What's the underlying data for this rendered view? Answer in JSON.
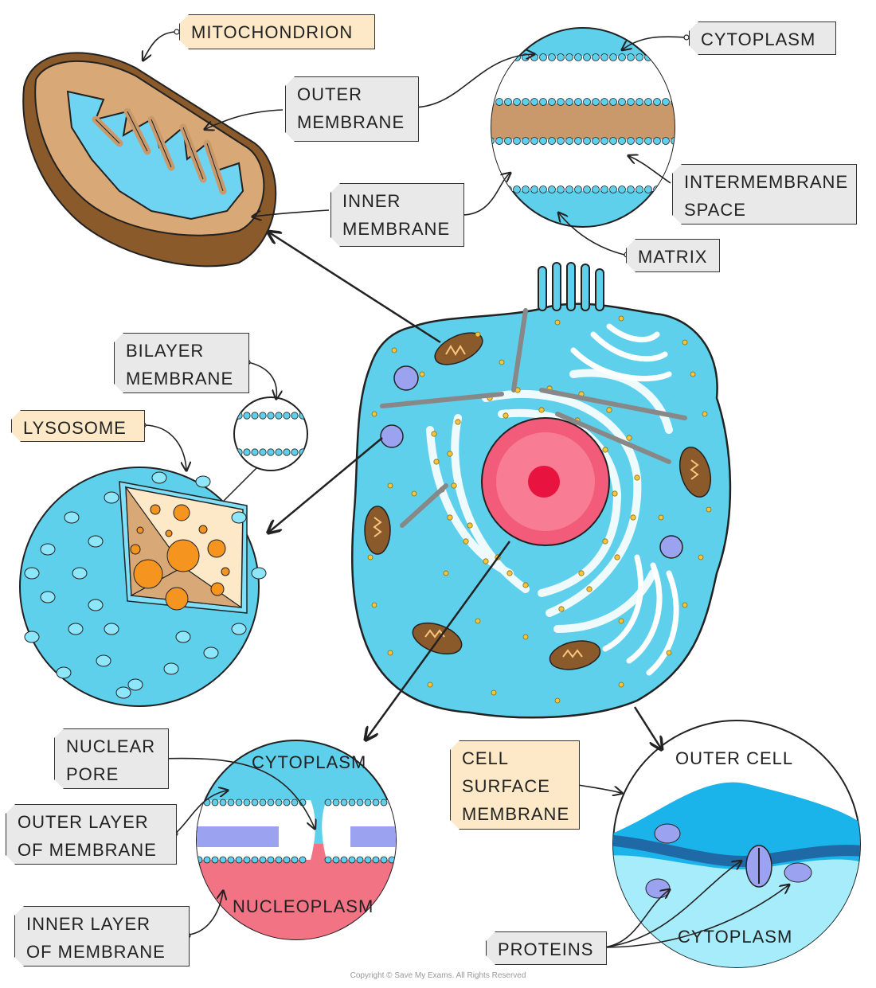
{
  "labels": {
    "mitochondrion": "MITOCHONDRION",
    "mito_cytoplasm": "CYTOPLASM",
    "outer_membrane": [
      "OUTER",
      "MEMBRANE"
    ],
    "inner_membrane": [
      "INNER",
      "MEMBRANE"
    ],
    "intermembrane_space": [
      "INTERMEMBRANE",
      "SPACE"
    ],
    "matrix": "MATRIX",
    "bilayer_membrane": [
      "BILAYER",
      "MEMBRANE"
    ],
    "lysosome": "LYSOSOME",
    "nuclear_pore": [
      "NUCLEAR",
      "PORE"
    ],
    "outer_layer": [
      "OUTER  LAYER",
      "OF  MEMBRANE"
    ],
    "inner_layer": [
      "INNER  LAYER",
      "OF  MEMBRANE"
    ],
    "nucleus_cytoplasm": "CYTOPLASM",
    "nucleoplasm": "NUCLEOPLASM",
    "cell_surface_membrane": [
      "CELL",
      "SURFACE",
      "MEMBRANE"
    ],
    "outer_cell": "OUTER CELL",
    "membrane_cytoplasm": "CYTOPLASM",
    "proteins": "PROTEINS"
  },
  "copyright": "Copyright © Save My Exams. All Rights Reserved",
  "colors": {
    "cytoplasm_blue": "#5fd0ec",
    "membrane_tan": "#c9996b",
    "nucleus_pink": "#f25c7a",
    "label_gray": "#e9e9e9",
    "label_peach": "#fde9c7",
    "orange": "#f5941f",
    "purple": "#9ba3f0"
  }
}
